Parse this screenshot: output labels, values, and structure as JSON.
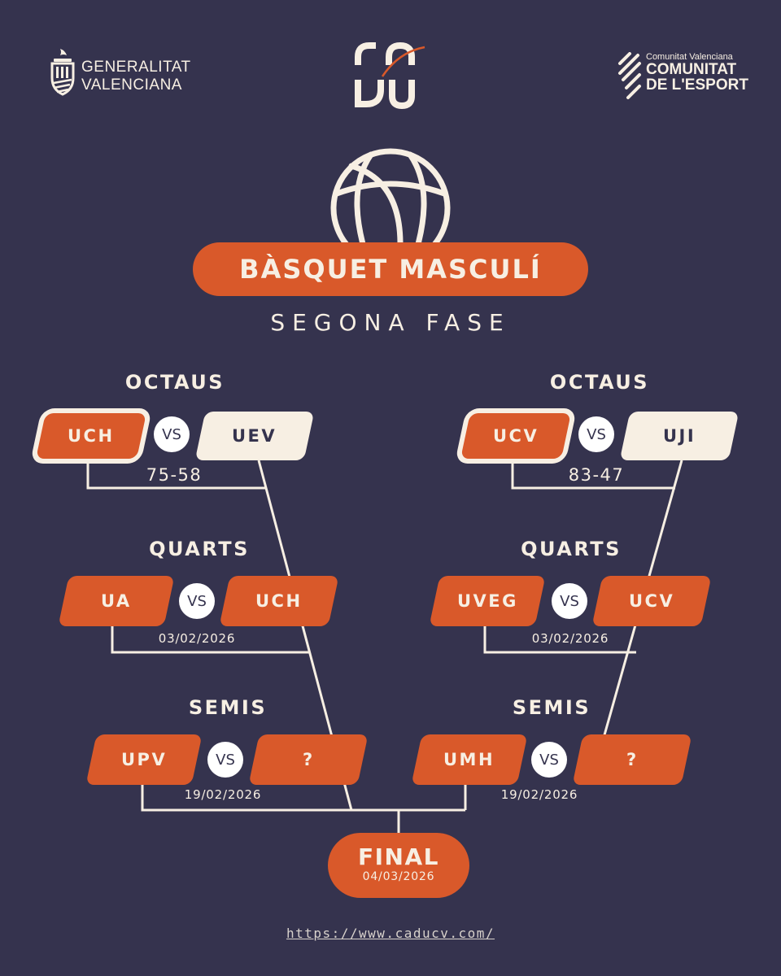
{
  "header": {
    "generalitat_line1": "GENERALITAT",
    "generalitat_line2": "VALENCIANA",
    "cde_small": "Comunitat Valenciana",
    "cde_line1": "COMUNITAT",
    "cde_line2": "DE L'ESPORT"
  },
  "title": "BÀSQUET MASCULÍ",
  "subtitle": "SEGONA FASE",
  "vs_label": "VS",
  "left": {
    "octaus": {
      "label": "OCTAUS",
      "team_a": "UCH",
      "team_b": "UEV",
      "result": "75-58"
    },
    "quarts": {
      "label": "QUARTS",
      "team_a": "UA",
      "team_b": "UCH",
      "date": "03/02/2026"
    },
    "semis": {
      "label": "SEMIS",
      "team_a": "UPV",
      "team_b": "?",
      "date": "19/02/2026"
    }
  },
  "right": {
    "octaus": {
      "label": "OCTAUS",
      "team_a": "UCV",
      "team_b": "UJI",
      "result": "83-47"
    },
    "quarts": {
      "label": "QUARTS",
      "team_a": "UVEG",
      "team_b": "UCV",
      "date": "03/02/2026"
    },
    "semis": {
      "label": "SEMIS",
      "team_a": "UMH",
      "team_b": "?",
      "date": "19/02/2026"
    }
  },
  "final": {
    "label": "FINAL",
    "date": "04/03/2026"
  },
  "url": "https://www.caducv.com/",
  "colors": {
    "background": "#35334e",
    "accent": "#d9592a",
    "cream": "#f7efe3"
  }
}
